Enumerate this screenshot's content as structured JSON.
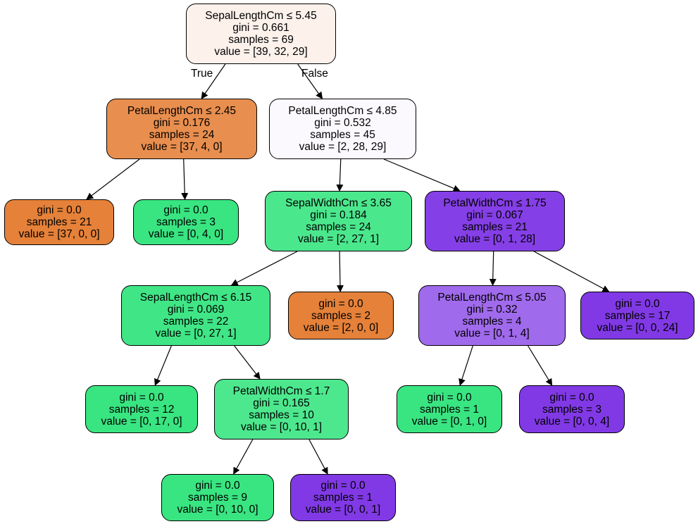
{
  "edge_labels": {
    "true": "True",
    "false": "False"
  },
  "nodes": [
    {
      "id": "n0",
      "split": "SepalLengthCm ≤ 5.45",
      "gini": "gini = 0.661",
      "samples": "samples = 69",
      "value": "value = [39, 32, 29]",
      "fill": "#fcf1eb"
    },
    {
      "id": "n1",
      "split": "PetalLengthCm ≤ 2.45",
      "gini": "gini = 0.176",
      "samples": "samples = 24",
      "value": "value = [37, 4, 0]",
      "fill": "#e88e4e"
    },
    {
      "id": "n2",
      "split": "PetalLengthCm ≤ 4.85",
      "gini": "gini = 0.532",
      "samples": "samples = 45",
      "value": "value = [2, 28, 29]",
      "fill": "#fbf9fe"
    },
    {
      "id": "n3",
      "gini": "gini = 0.0",
      "samples": "samples = 21",
      "value": "value = [37, 0, 0]",
      "fill": "#e58139"
    },
    {
      "id": "n4",
      "gini": "gini = 0.0",
      "samples": "samples = 3",
      "value": "value = [0, 4, 0]",
      "fill": "#39e581"
    },
    {
      "id": "n5",
      "split": "SepalWidthCm ≤ 3.65",
      "gini": "gini = 0.184",
      "samples": "samples = 24",
      "value": "value = [2, 27, 1]",
      "fill": "#4be78d"
    },
    {
      "id": "n6",
      "split": "PetalWidthCm ≤ 1.75",
      "gini": "gini = 0.067",
      "samples": "samples = 21",
      "value": "value = [0, 1, 28]",
      "fill": "#853fe6"
    },
    {
      "id": "n7",
      "split": "SepalLengthCm ≤ 6.15",
      "gini": "gini = 0.069",
      "samples": "samples = 22",
      "value": "value = [0, 27, 1]",
      "fill": "#40e686"
    },
    {
      "id": "n8",
      "gini": "gini = 0.0",
      "samples": "samples = 2",
      "value": "value = [2, 0, 0]",
      "fill": "#e58139"
    },
    {
      "id": "n9",
      "split": "PetalLengthCm ≤ 5.05",
      "gini": "gini = 0.32",
      "samples": "samples = 4",
      "value": "value = [0, 1, 4]",
      "fill": "#a06aec"
    },
    {
      "id": "n10",
      "gini": "gini = 0.0",
      "samples": "samples = 17",
      "value": "value = [0, 0, 24]",
      "fill": "#8139e5"
    },
    {
      "id": "n11",
      "gini": "gini = 0.0",
      "samples": "samples = 12",
      "value": "value = [0, 17, 0]",
      "fill": "#39e581"
    },
    {
      "id": "n12",
      "split": "PetalWidthCm ≤ 1.7",
      "gini": "gini = 0.165",
      "samples": "samples = 10",
      "value": "value = [0, 10, 1]",
      "fill": "#4de88e"
    },
    {
      "id": "n13",
      "gini": "gini = 0.0",
      "samples": "samples = 1",
      "value": "value = [0, 1, 0]",
      "fill": "#39e581"
    },
    {
      "id": "n14",
      "gini": "gini = 0.0",
      "samples": "samples = 3",
      "value": "value = [0, 0, 4]",
      "fill": "#8139e5"
    },
    {
      "id": "n15",
      "gini": "gini = 0.0",
      "samples": "samples = 9",
      "value": "value = [0, 10, 0]",
      "fill": "#39e581"
    },
    {
      "id": "n16",
      "gini": "gini = 0.0",
      "samples": "samples = 1",
      "value": "value = [0, 0, 1]",
      "fill": "#8139e5"
    }
  ],
  "edges": [
    {
      "from": "n0",
      "to": "n1"
    },
    {
      "from": "n0",
      "to": "n2"
    },
    {
      "from": "n1",
      "to": "n3"
    },
    {
      "from": "n1",
      "to": "n4"
    },
    {
      "from": "n2",
      "to": "n5"
    },
    {
      "from": "n2",
      "to": "n6"
    },
    {
      "from": "n5",
      "to": "n7"
    },
    {
      "from": "n5",
      "to": "n8"
    },
    {
      "from": "n6",
      "to": "n9"
    },
    {
      "from": "n6",
      "to": "n10"
    },
    {
      "from": "n7",
      "to": "n11"
    },
    {
      "from": "n7",
      "to": "n12"
    },
    {
      "from": "n9",
      "to": "n13"
    },
    {
      "from": "n9",
      "to": "n14"
    },
    {
      "from": "n12",
      "to": "n15"
    },
    {
      "from": "n12",
      "to": "n16"
    }
  ]
}
